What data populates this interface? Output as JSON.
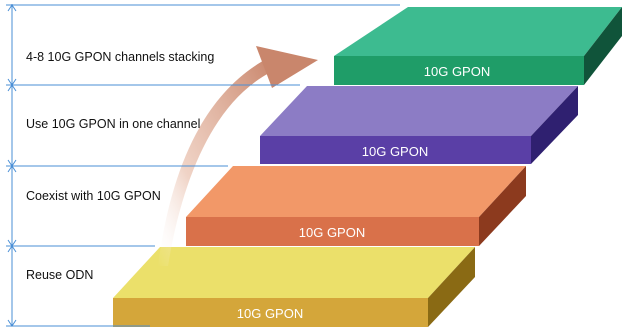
{
  "stages": [
    {
      "label": "4-8 10G GPON channels stacking"
    },
    {
      "label": "Use 10G GPON  in one channel"
    },
    {
      "label": "Coexist with 10G GPON"
    },
    {
      "label": "Reuse ODN"
    }
  ],
  "steps": [
    {
      "label": "10G GPON",
      "colors": {
        "top": "#3dbb90",
        "front": "#1f9d68",
        "side": "#10543a"
      }
    },
    {
      "label": "10G GPON",
      "colors": {
        "top": "#8c7cc5",
        "front": "#5a3fa6",
        "side": "#2f2070"
      }
    },
    {
      "label": "10G GPON",
      "colors": {
        "top": "#f29868",
        "front": "#d9714a",
        "side": "#8c3a1e"
      }
    },
    {
      "label": "10G GPON",
      "colors": {
        "top": "#ebe06a",
        "front": "#d4a63a",
        "side": "#8a6a14"
      }
    }
  ],
  "colors": {
    "axis": "#4a8fd6",
    "arrow": "#c9866c"
  }
}
